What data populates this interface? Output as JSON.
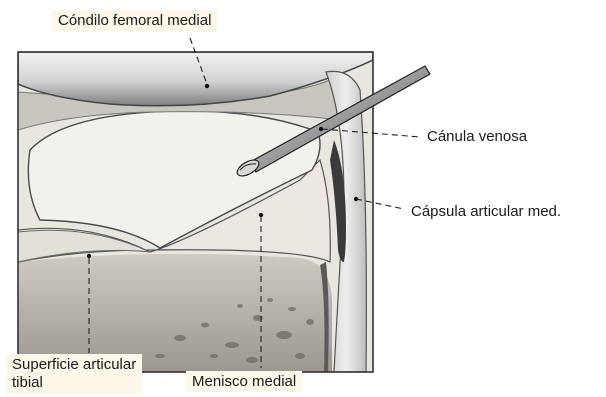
{
  "labels": {
    "condilo": "Cóndilo femoral medial",
    "canula": "Cánula venosa",
    "capsula": "Cápsula articular med.",
    "superficie_line1": "Superficie articular",
    "superficie_line2": "tibial",
    "menisco": "Menisco medial"
  },
  "colors": {
    "label_background": "#fdf7e9",
    "leader_line": "#222222",
    "meniscus": "#ece8e1",
    "bone": "#b8b3aa"
  }
}
